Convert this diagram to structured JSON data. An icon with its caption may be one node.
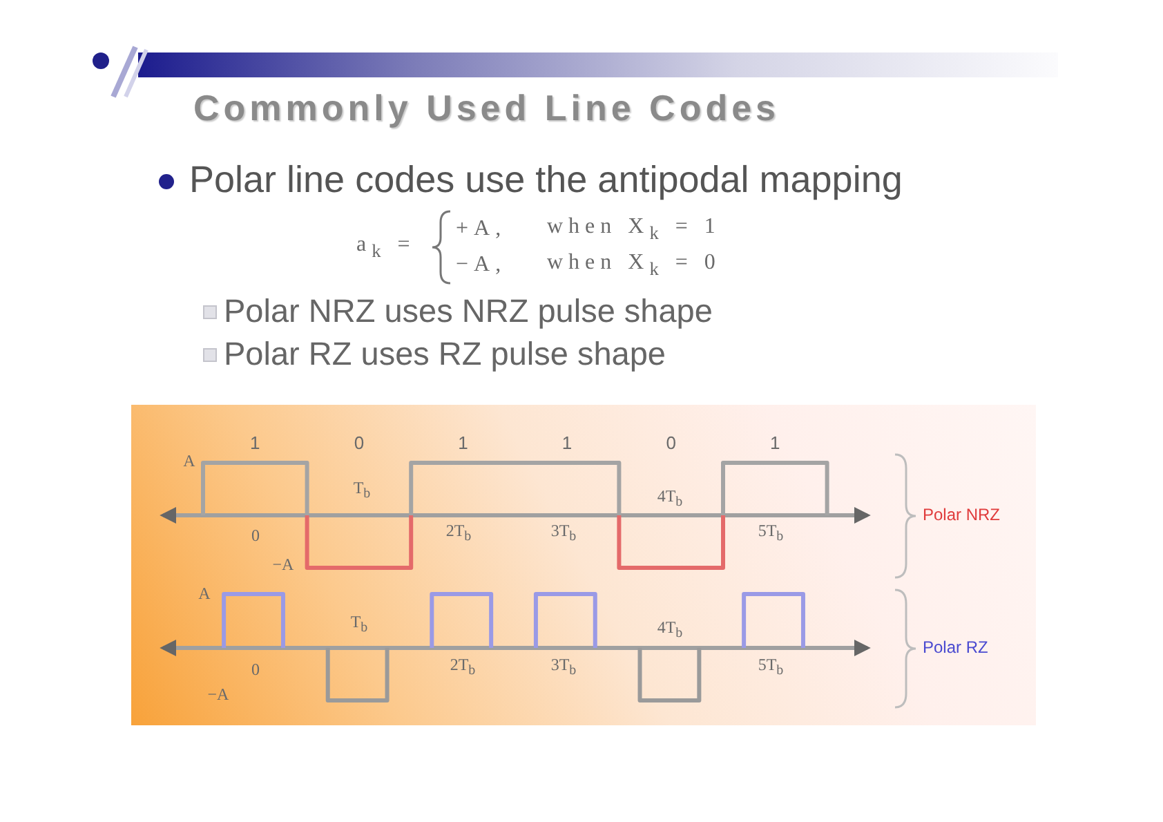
{
  "diagram": {
    "title": "Commonly Used Line Codes",
    "labels": [
      "Polar line codes use the antipodal mapping",
      "a$_{k}$ =",
      "+A,",
      "when X$_{k}$ = 1",
      "−A,",
      "when X$_{k}$ = 0",
      "Polar NRZ uses NRZ pulse shape",
      "Polar RZ uses RZ pulse shape",
      "1",
      "0",
      "1",
      "1",
      "0",
      "1",
      "A",
      "T$_{b}$",
      "4T$_{b}$",
      "Polar NRZ",
      "0",
      "2T$_{b}$",
      "3T$_{b}$",
      "5T$_{b}$",
      "−A",
      "A",
      "T$_{b}$",
      "4T$_{b}$",
      "Polar RZ",
      "0",
      "2T$_{b}$",
      "3T$_{b}$",
      "5T$_{b}$",
      "−A"
    ]
  }
}
